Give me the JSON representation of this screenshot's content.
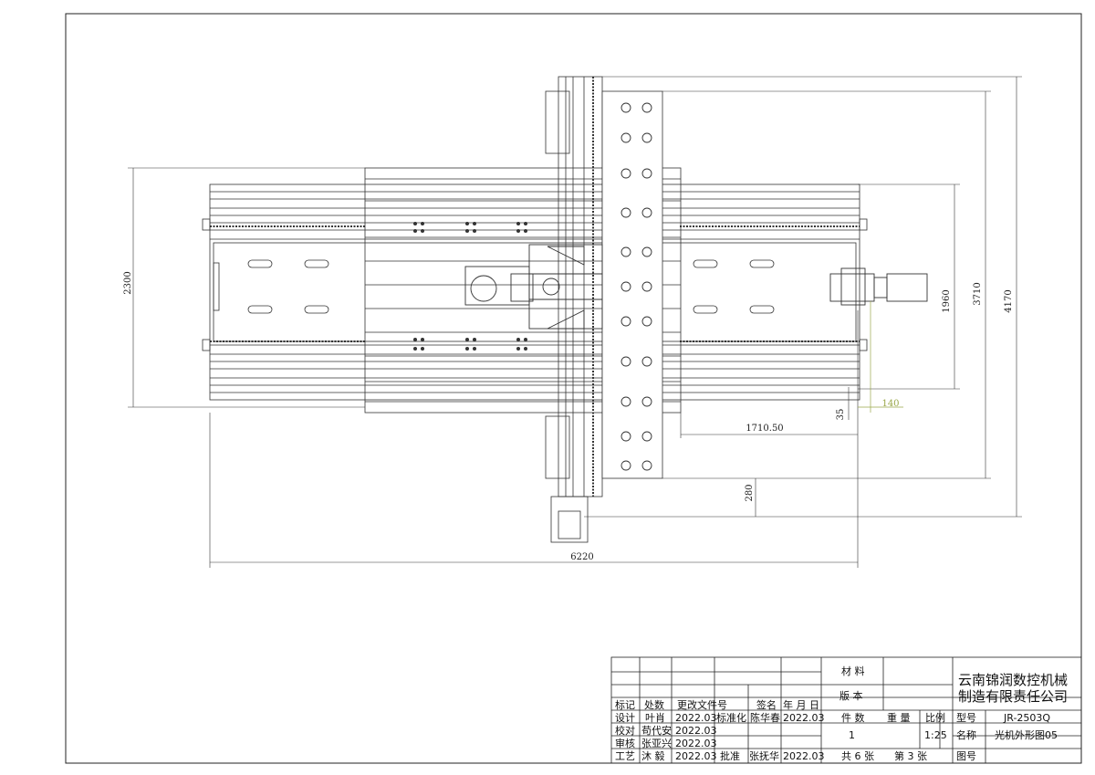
{
  "dimensions": {
    "overall_width": "6220",
    "overall_depth": "4170",
    "depth_3710": "3710",
    "table_depth": "2300",
    "travel_1960": "1960",
    "offset_1710": "1710.50",
    "offset_140": "140",
    "offset_35": "35",
    "offset_280": "280"
  },
  "title_block": {
    "material_label": "材 料",
    "version_label": "版 本",
    "company_line1": "云南锦润数控机械",
    "company_line2": "制造有限责任公司",
    "header": [
      "标记",
      "处数",
      "更改文件号",
      "签名",
      "年 月 日"
    ],
    "row_design": {
      "role": "设计",
      "name": "叶肖",
      "date": "2022.03",
      "std_role": "标准化",
      "std_name": "陈华春",
      "std_date": "2022.03"
    },
    "row_check": {
      "role": "校对",
      "name": "苟代安",
      "date": "2022.03"
    },
    "row_review": {
      "role": "审核",
      "name": "张亚兴",
      "date": "2022.03"
    },
    "row_process": {
      "role": "工艺",
      "name": "沐 毅",
      "date": "2022.03",
      "approve_role": "批准",
      "approve_name": "张抚华",
      "approve_date": "2022.03"
    },
    "pieces_label": "件 数",
    "weight_label": "重 量",
    "scale_label": "比例",
    "pieces_value": "1",
    "scale_value": "1:25",
    "model_label": "型号",
    "model_value": "JR-2503Q",
    "name_label": "名称",
    "name_value": "光机外形图05",
    "drawing_no_label": "图号",
    "sheets_total": "共 6 张",
    "sheet_current": "第 3 张"
  }
}
